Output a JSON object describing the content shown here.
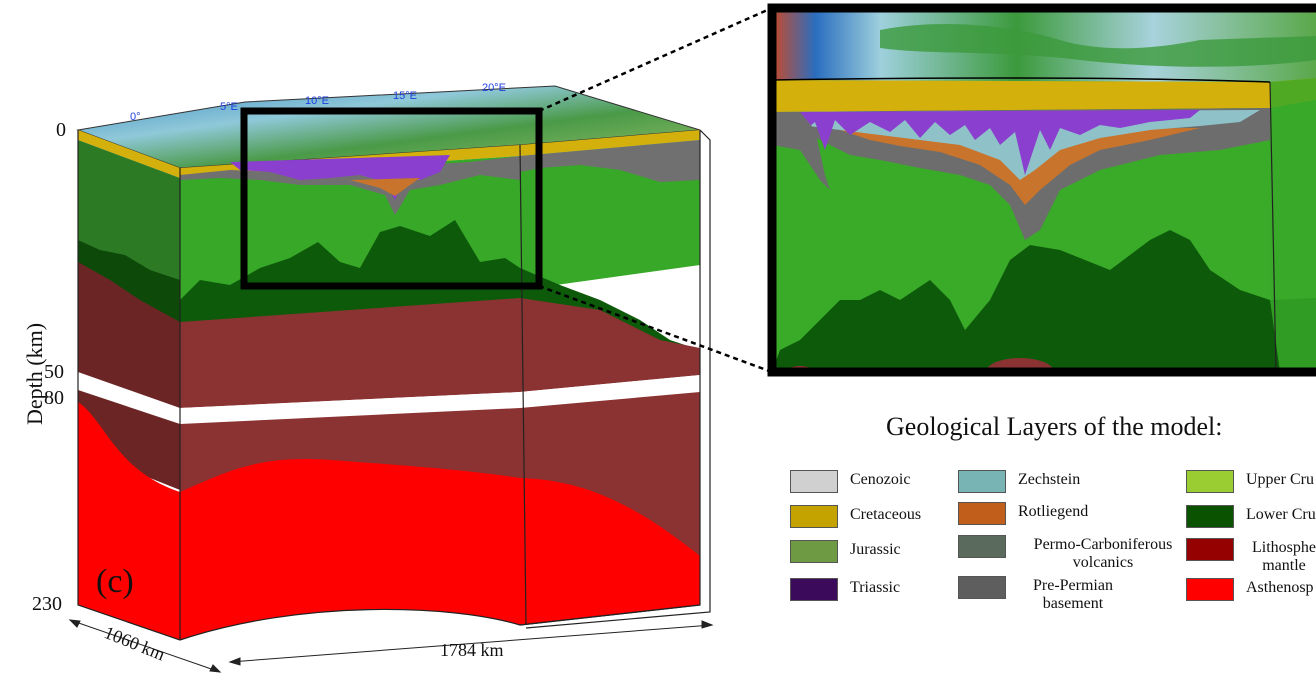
{
  "figure": {
    "panel_label": "(c)",
    "y_axis_label": "Depth (km)",
    "depth_ticks": [
      "0",
      "50",
      "80",
      "230"
    ],
    "dim_width_label": "1060 km",
    "dim_length_label": "1784 km",
    "longitude_labels": [
      "0°",
      "5°E",
      "10°E",
      "15°E",
      "20°E"
    ]
  },
  "legend": {
    "title": "Geological Layers of the model:",
    "items": [
      {
        "label": "Cenozoic",
        "color": "#d0d0d0"
      },
      {
        "label": "Cretaceous",
        "color": "#c4a200"
      },
      {
        "label": "Jurassic",
        "color": "#6f9a44"
      },
      {
        "label": "Triassic",
        "color": "#3c0a5a"
      },
      {
        "label": "Zechstein",
        "color": "#79b4b4"
      },
      {
        "label": "Rotliegend",
        "color": "#c25e1c"
      },
      {
        "label": "Permo-Carboniferous volcanics",
        "color": "#5a6b5e"
      },
      {
        "label": "Pre-Permian basement",
        "color": "#5e5e5e"
      },
      {
        "label": "Upper Cru",
        "color": "#9acd32"
      },
      {
        "label": "Lower Cru",
        "color": "#0a5200"
      },
      {
        "label": "Lithosphe mantle",
        "color": "#950000"
      },
      {
        "label": "Asthenosp",
        "color": "#ff0000"
      }
    ]
  },
  "colors": {
    "upper_crust": "#3aab28",
    "lower_crust": "#0d5a0a",
    "lithospheric_mantle": "#8b3333",
    "asthenosphere": "#ff0000",
    "pre_permian": "#6d6d6d",
    "purple_salt": "#8a3fcf",
    "zechstein": "#8fc2c8",
    "rotliegend": "#c8742c",
    "cretaceous": "#d4b00c"
  }
}
